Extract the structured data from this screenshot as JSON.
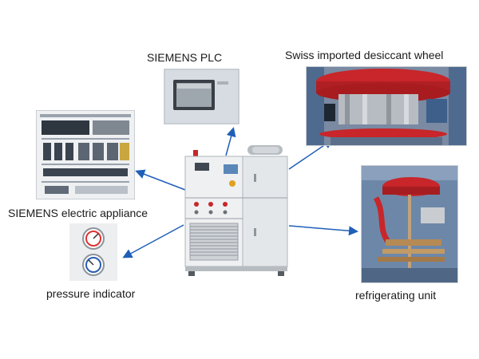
{
  "labels": {
    "plc": "SIEMENS PLC",
    "desiccant_wheel": "Swiss imported desiccant wheel",
    "electric_appliance": "SIEMENS electric appliance",
    "pressure_indicator": "pressure indicator",
    "refrigerating_unit": "refrigerating unit"
  },
  "colors": {
    "arrow": "#1f5fb8",
    "machine_body": "#e4e7ea",
    "wheel_red": "#c8262a"
  }
}
